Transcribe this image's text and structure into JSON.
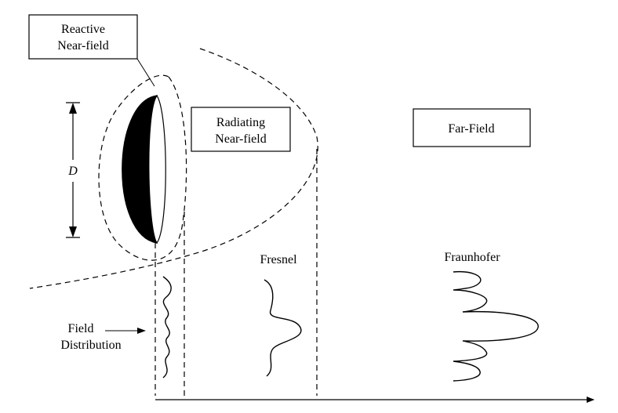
{
  "diagram": {
    "regions": {
      "reactive": [
        "Reactive",
        "Near-field"
      ],
      "radiating": [
        "Radiating",
        "Near-field"
      ],
      "far": "Far-Field"
    },
    "dimension_label": "D",
    "field_distribution": [
      "Field",
      "Distribution"
    ],
    "pattern_labels": {
      "fresnel": "Fresnel",
      "fraunhofer": "Fraunhofer"
    }
  }
}
